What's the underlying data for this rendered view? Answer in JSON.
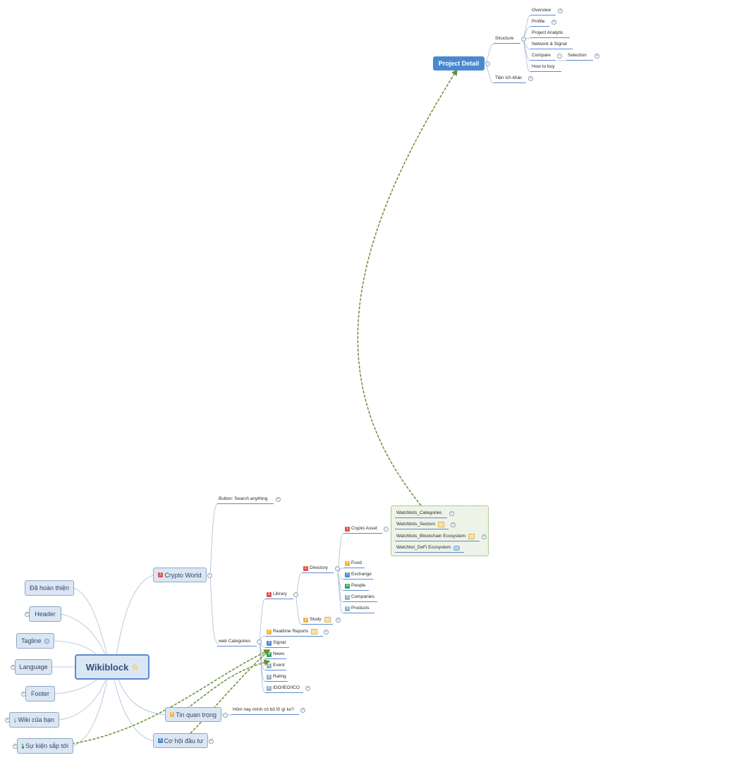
{
  "root": {
    "label": "Wikiblock"
  },
  "left_topics": [
    {
      "label": "Đã hoàn thiện"
    },
    {
      "label": "Header"
    },
    {
      "label": "Tagline"
    },
    {
      "label": "Language"
    },
    {
      "label": "Footer"
    },
    {
      "label": "Wiki của bạn",
      "badge": "5"
    },
    {
      "label": "Sự kiện sắp tới",
      "badge": "4"
    }
  ],
  "right_topics": {
    "crypto_world": {
      "label": "Crypto World",
      "badge": "1"
    },
    "tin_quan_trong": {
      "label": "Tin quan trọng",
      "badge": "2"
    },
    "co_hoi_dau_tu": {
      "label": "Cơ hội đầu tư",
      "badge": "3"
    }
  },
  "crypto_world": {
    "button_search": "Button: Search anything",
    "web_categories": "web Categories"
  },
  "web_categories_items": [
    {
      "label": "Library",
      "badge": "1"
    },
    {
      "label": "Realtime Reports",
      "badge": "2"
    },
    {
      "label": "Signal",
      "badge": "3"
    },
    {
      "label": "News",
      "badge": "4"
    },
    {
      "label": "Event",
      "badge": "5"
    },
    {
      "label": "Rating",
      "badge": "6"
    },
    {
      "label": "IDO/IEO/ICO",
      "badge": "6"
    }
  ],
  "library_items": [
    {
      "label": "Directory",
      "badge": "1"
    },
    {
      "label": "Study",
      "badge": "2"
    }
  ],
  "directory_items": [
    {
      "label": "Crypto Asset",
      "badge": "1"
    },
    {
      "label": "Fund",
      "badge": "2"
    },
    {
      "label": "Exchange",
      "badge": "3"
    },
    {
      "label": "People",
      "badge": "4"
    },
    {
      "label": "Companies",
      "badge": "5"
    },
    {
      "label": "Products",
      "badge": "6"
    }
  ],
  "crypto_asset_items": [
    {
      "label": "Watchlists_Categories"
    },
    {
      "label": "Watchlists_Sectors"
    },
    {
      "label": "Watchlists_Blockchain Ecosystem"
    },
    {
      "label": "Watchlist_DeFi Ecosystem"
    }
  ],
  "tin_quan_trong_child": "Hôm nay mình có bỏ lỡ gì ko?",
  "project_detail": {
    "label": "Project Detail",
    "structure": "Structure",
    "tien_ich_khac": "Tiện ích khác",
    "structure_items": [
      {
        "label": "Overview"
      },
      {
        "label": "Profile"
      },
      {
        "label": "Project Analytis"
      },
      {
        "label": "Network & Signal"
      },
      {
        "label": "Compare"
      },
      {
        "label": "How to buy"
      }
    ],
    "compare_child": "Selection"
  },
  "colors": {
    "line": "#8fa7c6",
    "topic_underline": "#5b8ad0",
    "relationship": "#6a8f2e",
    "project_detail": "#4a88d0",
    "root_border": "#5b8ad0"
  }
}
